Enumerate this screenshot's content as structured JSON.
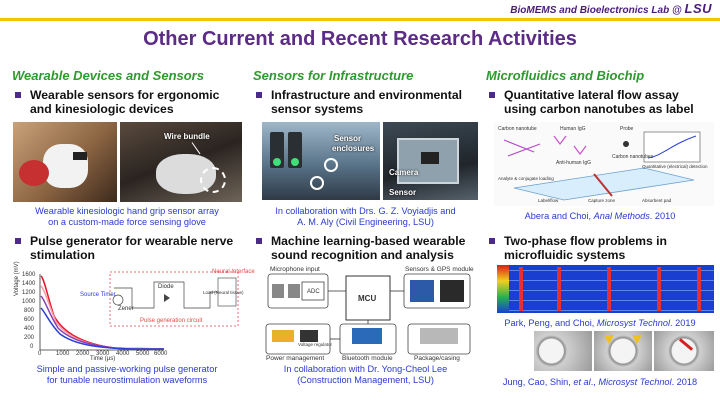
{
  "header": {
    "lab": "BioMEMS and Bioelectronics Lab @",
    "logo": "LSU"
  },
  "title": "Other Current and Recent Research Activities",
  "columns": [
    {
      "heading": "Wearable Devices and Sensors",
      "bullets": [
        "Wearable sensors for ergonomic and kinesiologic devices",
        "Pulse generator for wearable nerve stimulation"
      ],
      "captions": [
        [
          "Wearable kinesiologic hand grip sensor array",
          "on a custom-made force sensing glove"
        ],
        [
          "Simple and passive-working pulse generator",
          "for tunable neurostimulation waveforms"
        ]
      ],
      "image_labels": [
        "Wire bundle"
      ],
      "plot_labels": {
        "ylabel": "Voltage (mV)",
        "xlabel": "Time (µs)",
        "y_ticks": [
          "1600",
          "1400",
          "1200",
          "1000",
          "800",
          "600",
          "400",
          "200",
          "0"
        ],
        "x_ticks": [
          "0",
          "1000",
          "2000",
          "3000",
          "4000",
          "5000",
          "6000"
        ],
        "circuit_labels": [
          "Source Timer",
          "Zener",
          "Diode",
          "Neural Interface",
          "Load (Neural tissue)",
          "Pulse generation circuit"
        ]
      }
    },
    {
      "heading": "Sensors for Infrastructure",
      "bullets": [
        "Infrastructure and environmental sensor systems",
        "Machine learning-based wearable sound recognition and analysis"
      ],
      "captions": [
        [
          "In collaboration with Drs. G. Z. Voyiadjis and",
          "A. M. Aly (Civil Engineering, LSU)"
        ],
        [
          "In collaboration with Dr. Yong-Cheol Lee",
          "(Construction Management, LSU)"
        ]
      ],
      "image_labels": [
        "Sensor",
        "enclosures",
        "Camera",
        "Sensor"
      ],
      "diagram_labels": {
        "mic": "Microphone input",
        "gps": "Sensors & GPS module",
        "adc": "ADC",
        "mcu": "MCU",
        "power": "Power management",
        "bt": "Bluetooth module",
        "pkg": "Package/casing",
        "vreg": "Voltage regulator"
      }
    },
    {
      "heading": "Microfluidics and Biochip",
      "bullets": [
        "Quantitative lateral flow assay using carbon nanotubes as label",
        "Two-phase flow problems in microfluidic systems"
      ],
      "captions": [
        {
          "authors": "Abera and Choi, ",
          "journal": "Anal Methods",
          "year": ". 2010"
        },
        {
          "authors": "Park, Peng, and Choi, ",
          "journal": "Microsyst Technol",
          "year": ". 2019"
        },
        {
          "authors": "Jung, Cao, Shin, ",
          "etal": "et al",
          "mid": "., ",
          "journal": "Microsyst Technol",
          "year": ". 2018"
        }
      ],
      "lfa_labels": [
        "Carbon nanotube",
        "Human IgG",
        "Probe",
        "Carbon nanotubes",
        "Anti-human IgG",
        "Quantitative (electrical) detection",
        "Analyte & conjugate loading",
        "Label/flow",
        "Capture zone",
        "Absorbent pad"
      ]
    }
  ],
  "colors": {
    "title": "#5b2b86",
    "heading": "#2e9a2e",
    "caption": "#2a3ad0",
    "gold": "#f3c400",
    "purple": "#4b2a8a"
  }
}
